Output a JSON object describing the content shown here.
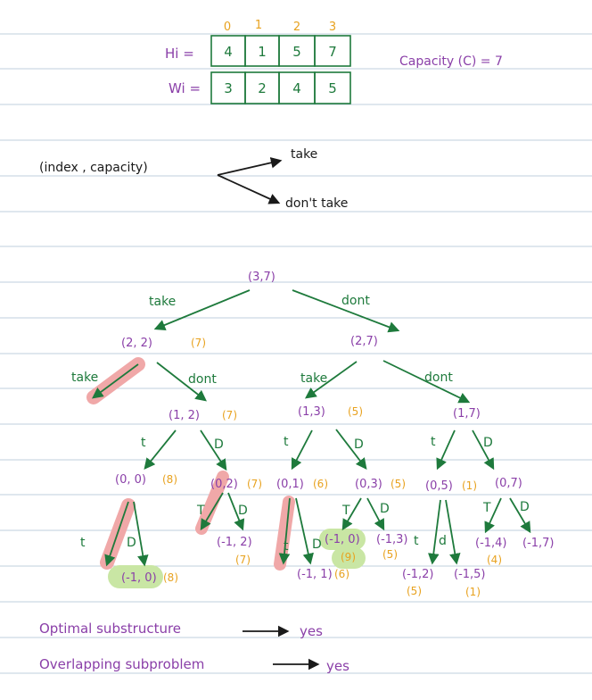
{
  "arrays": {
    "indices": [
      "0",
      "1",
      "2",
      "3"
    ],
    "h_label": "Hi =",
    "w_label": "Wi =",
    "h_values": [
      "4",
      "1",
      "5",
      "7"
    ],
    "w_values": [
      "3",
      "2",
      "4",
      "5"
    ]
  },
  "capacity": "Capacity (C) = 7",
  "signature": {
    "state": "(index , capacity)",
    "take": "take",
    "dont_take": "don't take"
  },
  "tree": {
    "root": "(3,7)",
    "take_label": "take",
    "dont_label": "dont",
    "l1_left": "(2, 2)",
    "l1_left_val": "(7)",
    "l1_right": "(2,7)",
    "l2_a": "(1, 2)",
    "l2_a_val": "(7)",
    "l2_b": "(1,3)",
    "l2_b_val": "(5)",
    "l2_c": "(1,7)",
    "t": "t",
    "D": "D",
    "T": "T",
    "d": "d",
    "l3_a": "(0, 0)",
    "l3_a_val": "(8)",
    "l3_b": "(0,2)",
    "l3_b_val": "(7)",
    "l3_c": "(0,1)",
    "l3_c_val": "(6)",
    "l3_d": "(0,3)",
    "l3_d_val": "(5)",
    "l3_e": "(0,5)",
    "l3_e_val": "(1)",
    "l3_f": "(0,7)",
    "leaf_a": "(-1, 0)",
    "leaf_a_val": "(8)",
    "leaf_b": "(-1, 2)",
    "leaf_b_val": "(7)",
    "leaf_c": "(-1, 1)",
    "leaf_c_val": "(6)",
    "leaf_d": "(-1, 0)",
    "leaf_d_val": "(9)",
    "leaf_e": "(-1,3)",
    "leaf_e_val": "(5)",
    "leaf_f": "(-1,2)",
    "leaf_f_val": "(5)",
    "leaf_g": "(-1,5)",
    "leaf_g_val": "(1)",
    "leaf_h": "(-1,4)",
    "leaf_h_val": "(4)",
    "leaf_i": "(-1,7)"
  },
  "conclusions": {
    "optimal": "Optimal substructure",
    "optimal_ans": "yes",
    "overlap": "Overlapping subproblem",
    "overlap_ans": "yes"
  },
  "colors": {
    "purple": "#8a3fa8",
    "orange": "#e8a21f",
    "green": "#1e7a3c",
    "red_highlight": "#f0a8a8",
    "green_highlight": "#c9e6a4"
  }
}
